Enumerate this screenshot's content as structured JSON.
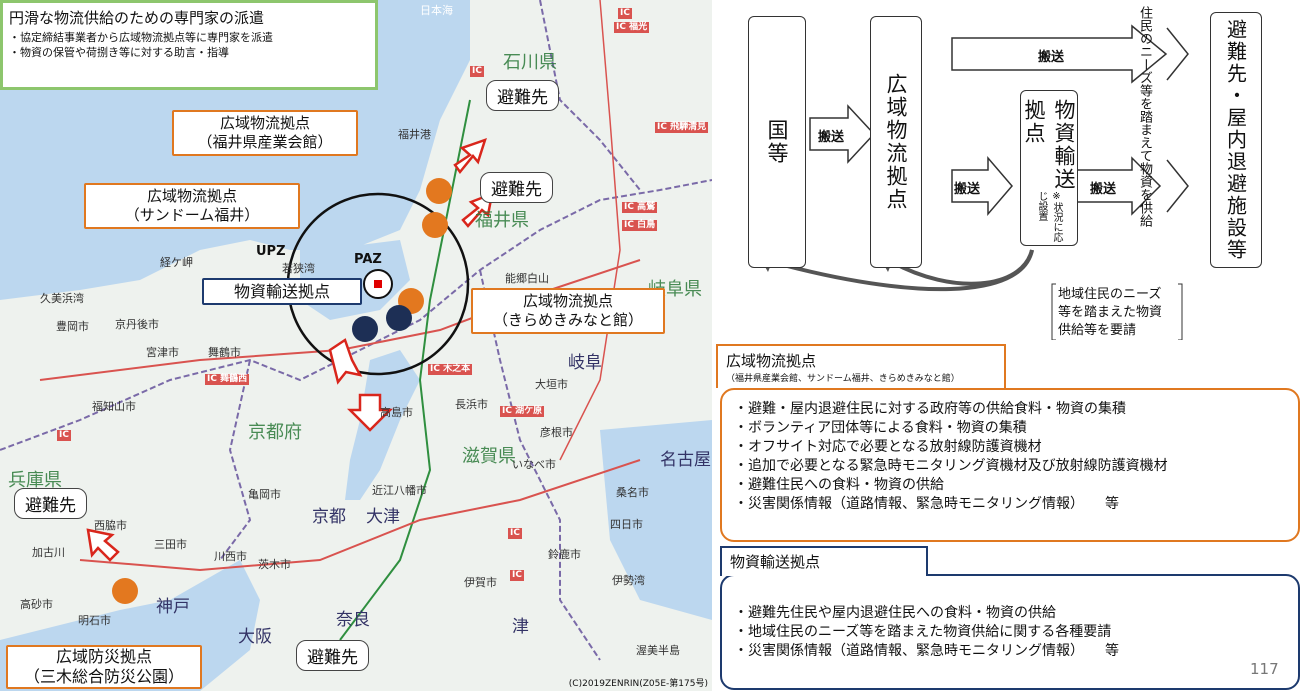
{
  "map": {
    "info_box": {
      "title": "円滑な物流供給のための専門家の派遣",
      "lines": [
        "・協定締結事業者から広域物流拠点等に専門家を派遣",
        "・物資の保管や荷捌き等に対する助言・指導"
      ]
    },
    "callouts": {
      "hub1": [
        "広域物流拠点",
        "（福井県産業会館）"
      ],
      "hub2": [
        "広域物流拠点",
        "（サンドーム福井）"
      ],
      "hub3": [
        "広域物流拠点",
        "（きらめきみなと館）"
      ],
      "disaster": [
        "広域防災拠点",
        "（三木総合防災公園）"
      ],
      "transport": "物資輸送拠点"
    },
    "evac_labels": [
      "避難先",
      "避難先",
      "避難先",
      "避難先"
    ],
    "zone_labels": {
      "upz": "UPZ",
      "paz": "PAZ"
    },
    "places": {
      "kyoto_pref": "京都府",
      "shiga_pref": "滋賀県",
      "hyogo_pref": "兵庫県",
      "fukui_pref": "福井県",
      "ishikawa_pref": "石川県",
      "gifu_pref": "岐阜県",
      "kobe": "神戸",
      "osaka": "大阪",
      "nara": "奈良",
      "kyoto": "京都",
      "otsu": "大津",
      "gifu": "岐阜",
      "nagoya": "名古屋",
      "tsu": "津",
      "fukui_port": "福井港",
      "maizuru": "舞鶴市",
      "miyazu": "宮津市",
      "fukuchiyama": "福知山市",
      "kyotango": "京丹後市",
      "toyooka": "豊岡市",
      "kameoka": "亀岡市",
      "takashima": "高島市",
      "nagahama": "長浜市",
      "ogaki": "大垣市",
      "hikone": "彦根市",
      "yokkaichi": "四日市",
      "kuwana": "桑名市",
      "suzuka": "鈴鹿市",
      "iga": "伊賀市",
      "nishiwaki": "西脇市",
      "sanda": "三田市",
      "kakogawa": "加古川",
      "akashi": "明石市",
      "takasago": "高砂市",
      "ibaraki": "茨木市",
      "kawanishi": "川西市",
      "ise_bay": "伊勢湾",
      "kumihama": "久美浜湾",
      "kyogamisaki": "経ケ岬",
      "wakasa": "若狭湾",
      "atsumi": "渥美半島",
      "noetsu": "能郷白山",
      "sea_of_japan": "日本海",
      "omi": "近江八幡市",
      "inabe": "いなべ市"
    },
    "ic_labels": [
      "IC",
      "IC 福光",
      "IC",
      "IC 舞鶴西",
      "IC 木之本",
      "IC 湖ケ原",
      "IC 高鷲",
      "IC 白鳥",
      "IC",
      "IC",
      "IC",
      "IC 飛騨清見"
    ],
    "copyright": "(C)2019ZENRIN(Z05E-第175号)"
  },
  "flow": {
    "source": "国等",
    "hub": "広域物流拠点",
    "relay": "物資輸送拠点",
    "relay_note": "※状況に応じ設置",
    "destination": "避難先・屋内退避施設等",
    "arrow_label": "搬送",
    "needs_vertical": "住民のニーズ等を踏まえて物資を供給",
    "requests_note": [
      "地域住民のニーズ",
      "等を踏まえた物資",
      "供給等を要請"
    ]
  },
  "hub_section": {
    "title": "広域物流拠点",
    "subtitle": "（福井県産業会館、サンドーム福井、きらめきみなと館）",
    "items": [
      "・避難・屋内退避住民に対する政府等の供給食料・物資の集積",
      "・ボランティア団体等による食料・物資の集積",
      "・オフサイト対応で必要となる放射線防護資機材",
      "・追加で必要となる緊急時モニタリング資機材及び放射線防護資機材",
      "・避難住民への食料・物資の供給",
      "・災害関係情報（道路情報、緊急時モニタリング情報）　　等"
    ]
  },
  "relay_section": {
    "title": "物資輸送拠点",
    "items": [
      "・避難先住民や屋内退避住民への食料・物資の供給",
      "・地域住民のニーズ等を踏まえた物資供給に関する各種要請",
      "・災害関係情報（道路情報、緊急時モニタリング情報）　　等"
    ]
  },
  "page_number": "117",
  "colors": {
    "orange": "#e3781f",
    "navy": "#1d3a6e",
    "green": "#8dc66d",
    "red": "#d9261c"
  }
}
